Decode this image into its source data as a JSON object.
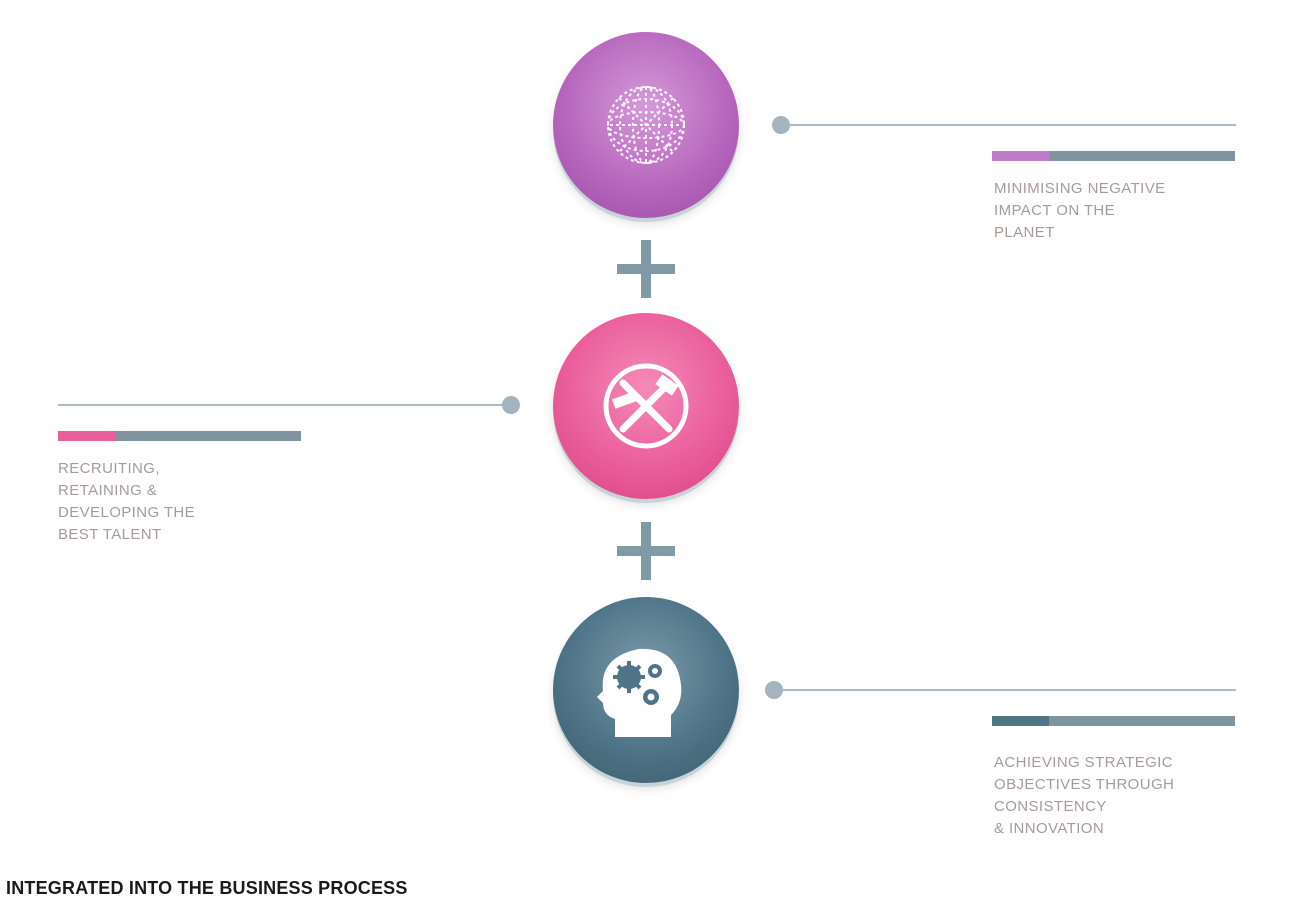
{
  "colors": {
    "planet_accent": "#c07cc8",
    "talent_accent": "#ea5e9c",
    "strategy_accent": "#4f7487",
    "bar_base": "#7f949f",
    "connector": "#a9bcc5",
    "label_text": "#a79a9a"
  },
  "items": [
    {
      "icon": "globe-icon",
      "label": "MINIMISING NEGATIVE\nIMPACT ON THE\nPLANET"
    },
    {
      "icon": "tools-icon",
      "label": "RECRUITING,\nRETAINING &\nDEVELOPING THE\nBEST TALENT"
    },
    {
      "icon": "head-gears-icon",
      "label": "ACHIEVING STRATEGIC\nOBJECTIVES THROUGH\nCONSISTENCY\n& INNOVATION"
    }
  ],
  "footer": {
    "title": "INTEGRATED INTO THE BUSINESS PROCESS"
  }
}
